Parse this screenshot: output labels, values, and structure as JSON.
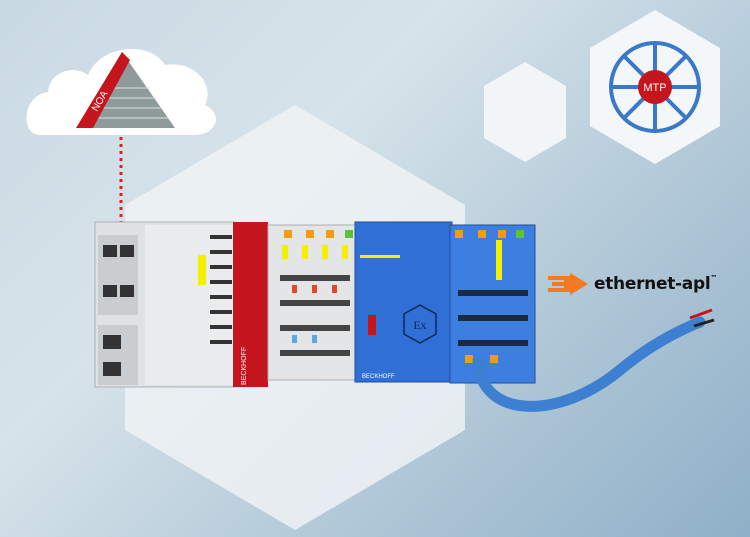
{
  "cloud": {
    "label": "NOA"
  },
  "mtp": {
    "label": "MTP"
  },
  "apl": {
    "label": "ethernet-apl",
    "trademark": "™"
  },
  "device": {
    "brand_cpu": "BECKHOFF",
    "brand_terminal": "BECKHOFF"
  },
  "colors": {
    "accent_red": "#c4161c",
    "apl_orange": "#f47920",
    "terminal_blue": "#2f6fd6",
    "mtp_blue": "#3a78c8"
  }
}
